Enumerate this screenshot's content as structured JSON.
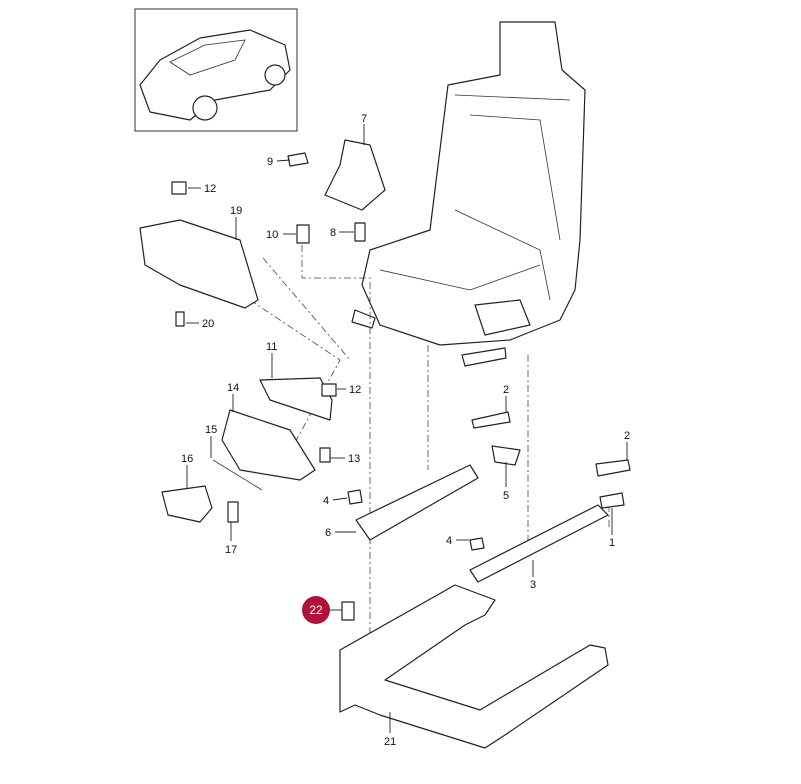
{
  "diagram": {
    "labels": {
      "p1": "1",
      "p2a": "2",
      "p2b": "2",
      "p3": "3",
      "p4a": "4",
      "p4b": "4",
      "p5": "5",
      "p6": "6",
      "p7": "7",
      "p8": "8",
      "p9": "9",
      "p10": "10",
      "p11": "11",
      "p12a": "12",
      "p12b": "12",
      "p13": "13",
      "p14": "14",
      "p15": "15",
      "p16": "16",
      "p17": "17",
      "p19": "19",
      "p20": "20",
      "p21": "21",
      "p22": "22"
    },
    "highlighted_part": "22",
    "highlight_color": "#b0103a"
  }
}
